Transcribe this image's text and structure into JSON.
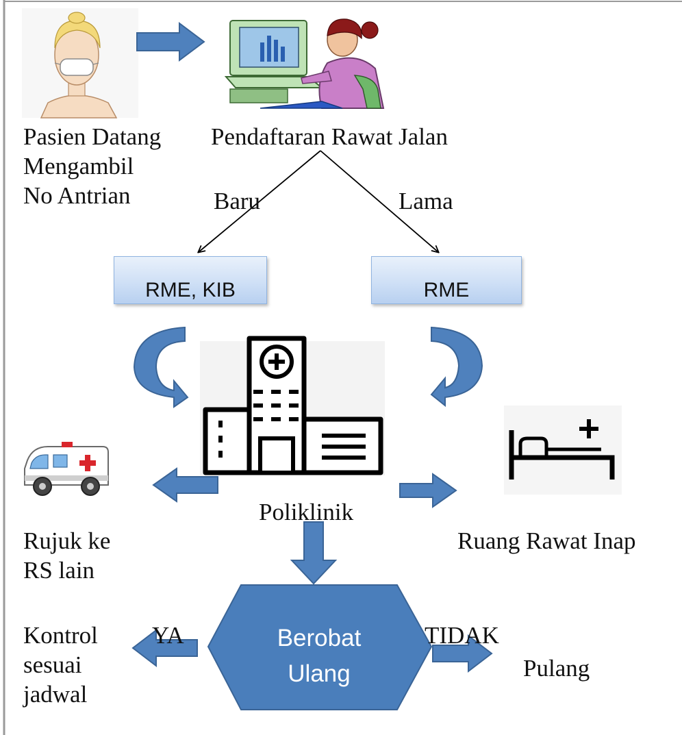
{
  "labels": {
    "pasien": [
      "Pasien Datang",
      "Mengambil",
      "No Antrian"
    ],
    "pendaftaran": "Pendaftaran Rawat Jalan",
    "baru": "Baru",
    "lama": "Lama",
    "box_baru": "RME, KIB",
    "box_lama": "RME",
    "poliklinik": "Poliklinik",
    "rujuk": [
      "Rujuk ke",
      "RS lain"
    ],
    "rawat_inap": "Ruang Rawat Inap",
    "berobat": [
      "Berobat",
      "Ulang"
    ],
    "ya": "YA",
    "tidak": "TIDAK",
    "kontrol": [
      "Kontrol",
      "sesuai",
      "jadwal"
    ],
    "pulang": "Pulang"
  },
  "colors": {
    "arrow_fill": "#4f81bd",
    "arrow_stroke": "#3a6496",
    "hexagon": "#4a7ebb",
    "box_border": "#8fb3e0",
    "line": "#000000"
  }
}
